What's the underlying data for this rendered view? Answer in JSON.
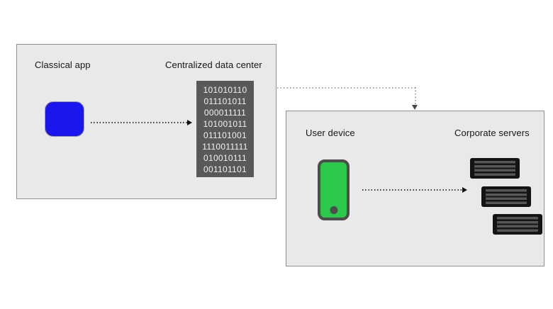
{
  "diagram": {
    "left_panel": {
      "app_label": "Classical app",
      "datacenter_label": "Centralized data center",
      "binary_rows": [
        "101010110",
        "011101011",
        "000011111",
        "101001011",
        "011101001",
        "1110011111",
        "010010111",
        "001101101"
      ]
    },
    "right_panel": {
      "device_label": "User device",
      "servers_label": "Corporate servers",
      "server_count": 3
    },
    "colors": {
      "panel_bg": "#e9e9e9",
      "panel_border": "#8f8f8f",
      "app_blue": "#1b15ee",
      "datacenter_bg": "#595959",
      "binary_text": "#f2f2f2",
      "device_green": "#2bc84b",
      "device_frame": "#4d4d4d",
      "server_body": "#141414",
      "server_stripe": "#565656"
    }
  }
}
